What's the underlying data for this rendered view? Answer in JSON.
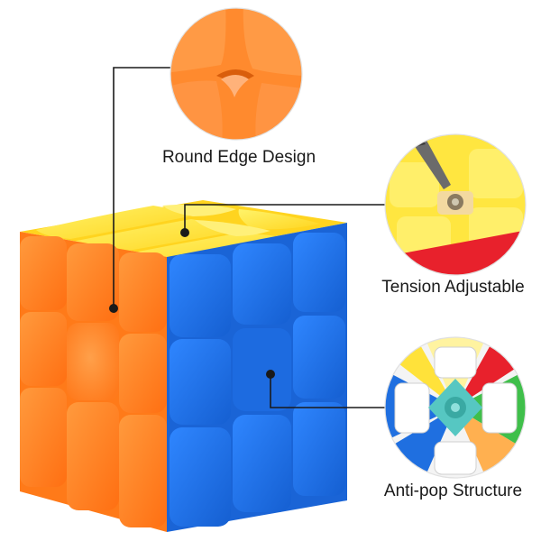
{
  "captions": {
    "round_edge": "Round Edge Design",
    "tension": "Tension Adjustable",
    "anti_pop": "Anti-pop Structure"
  },
  "colors": {
    "orange": "#ff7f1f",
    "blue": "#1f6fe0",
    "yellow": "#ffe23a",
    "red": "#e8212c",
    "green": "#3fbf4a",
    "core_teal": "#56c7c2"
  }
}
